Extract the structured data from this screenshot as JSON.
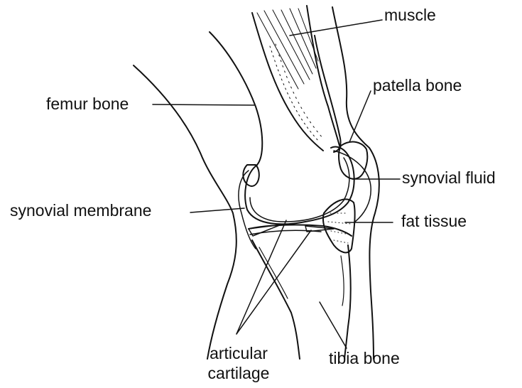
{
  "diagram": {
    "labels": {
      "muscle": "muscle",
      "femur_bone": "femur bone",
      "patella_bone": "patella bone",
      "synovial_fluid": "synovial fluid",
      "synovial_membrane": "synovial membrane",
      "fat_tissue": "fat tissue",
      "articular_cartilage_line1": "articular",
      "articular_cartilage_line2": "cartilage",
      "tibia_bone": "tibia bone"
    },
    "colors": {
      "line": "#111111",
      "background": "#ffffff"
    }
  }
}
